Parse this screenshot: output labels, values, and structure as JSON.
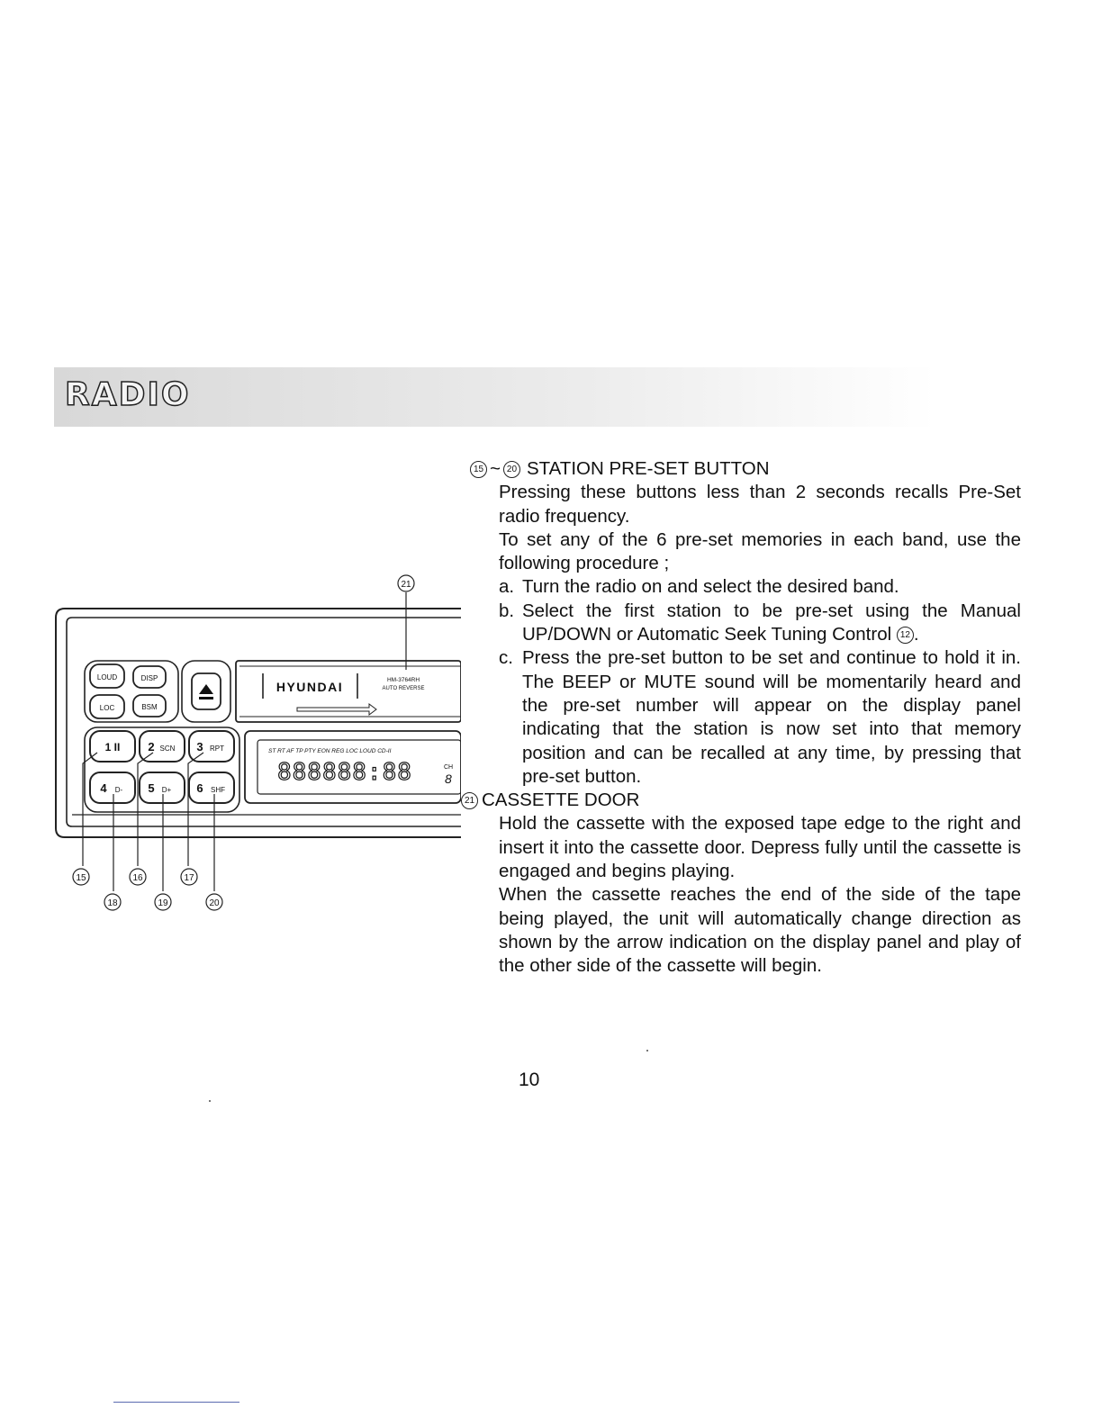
{
  "section_title": "RADIO",
  "station_preset": {
    "num_from": "15",
    "num_to": "20",
    "title": "STATION PRE-SET BUTTON",
    "para1": "Pressing these buttons less than 2 seconds recalls Pre-Set radio frequency.",
    "para2": "To set any of the 6 pre-set memories in each band, use the following procedure ;",
    "steps": [
      {
        "label": "a.",
        "text": "Turn the radio on and select the desired band."
      },
      {
        "label": "b.",
        "text": "Select the first station to be pre-set using the Manual UP/DOWN or Automatic Seek Tuning Control",
        "ref": "12"
      },
      {
        "label": "c.",
        "text": "Press the pre-set button to be set and continue to hold it in. The BEEP or MUTE sound will be momentarily heard and the pre-set number will appear on the display panel indicating that the station is now set into that memory position and can be recalled at any time, by pressing that pre-set button."
      }
    ]
  },
  "cassette_door": {
    "num": "21",
    "title": "CASSETTE DOOR",
    "para1": "Hold the cassette with the exposed tape edge to the right and insert it into the cassette door. Depress fully until the cassette is engaged and begins playing.",
    "para2": "When the cassette reaches the end of the side of the tape being played, the unit will automatically change direction as shown by the arrow indication on the display panel and play of the other side of the cassette will begin."
  },
  "page_number": "10",
  "figure": {
    "buttons": {
      "loud": "LOUD",
      "disp": "DISP",
      "loc": "LOC",
      "bsm": "BSM",
      "p1": "1 II",
      "p2": "2",
      "p2_sub": "SCN",
      "p3": "3",
      "p3_sub": "RPT",
      "p4": "4",
      "p4_sub": "D-",
      "p5": "5",
      "p5_sub": "D+",
      "p6": "6",
      "p6_sub": "SHF"
    },
    "brand": "HYUNDAI",
    "model": "HM-3764RH",
    "model_sub": "AUTO REVERSE",
    "indicators": "ST RT AF TP PTY EON REG LOC LOUD CD-II",
    "display_digits": "888888:88",
    "display_ch": "CH",
    "display_end": "8",
    "callouts": {
      "c15": "15",
      "c16": "16",
      "c17": "17",
      "c18": "18",
      "c19": "19",
      "c20": "20",
      "c21": "21"
    }
  }
}
